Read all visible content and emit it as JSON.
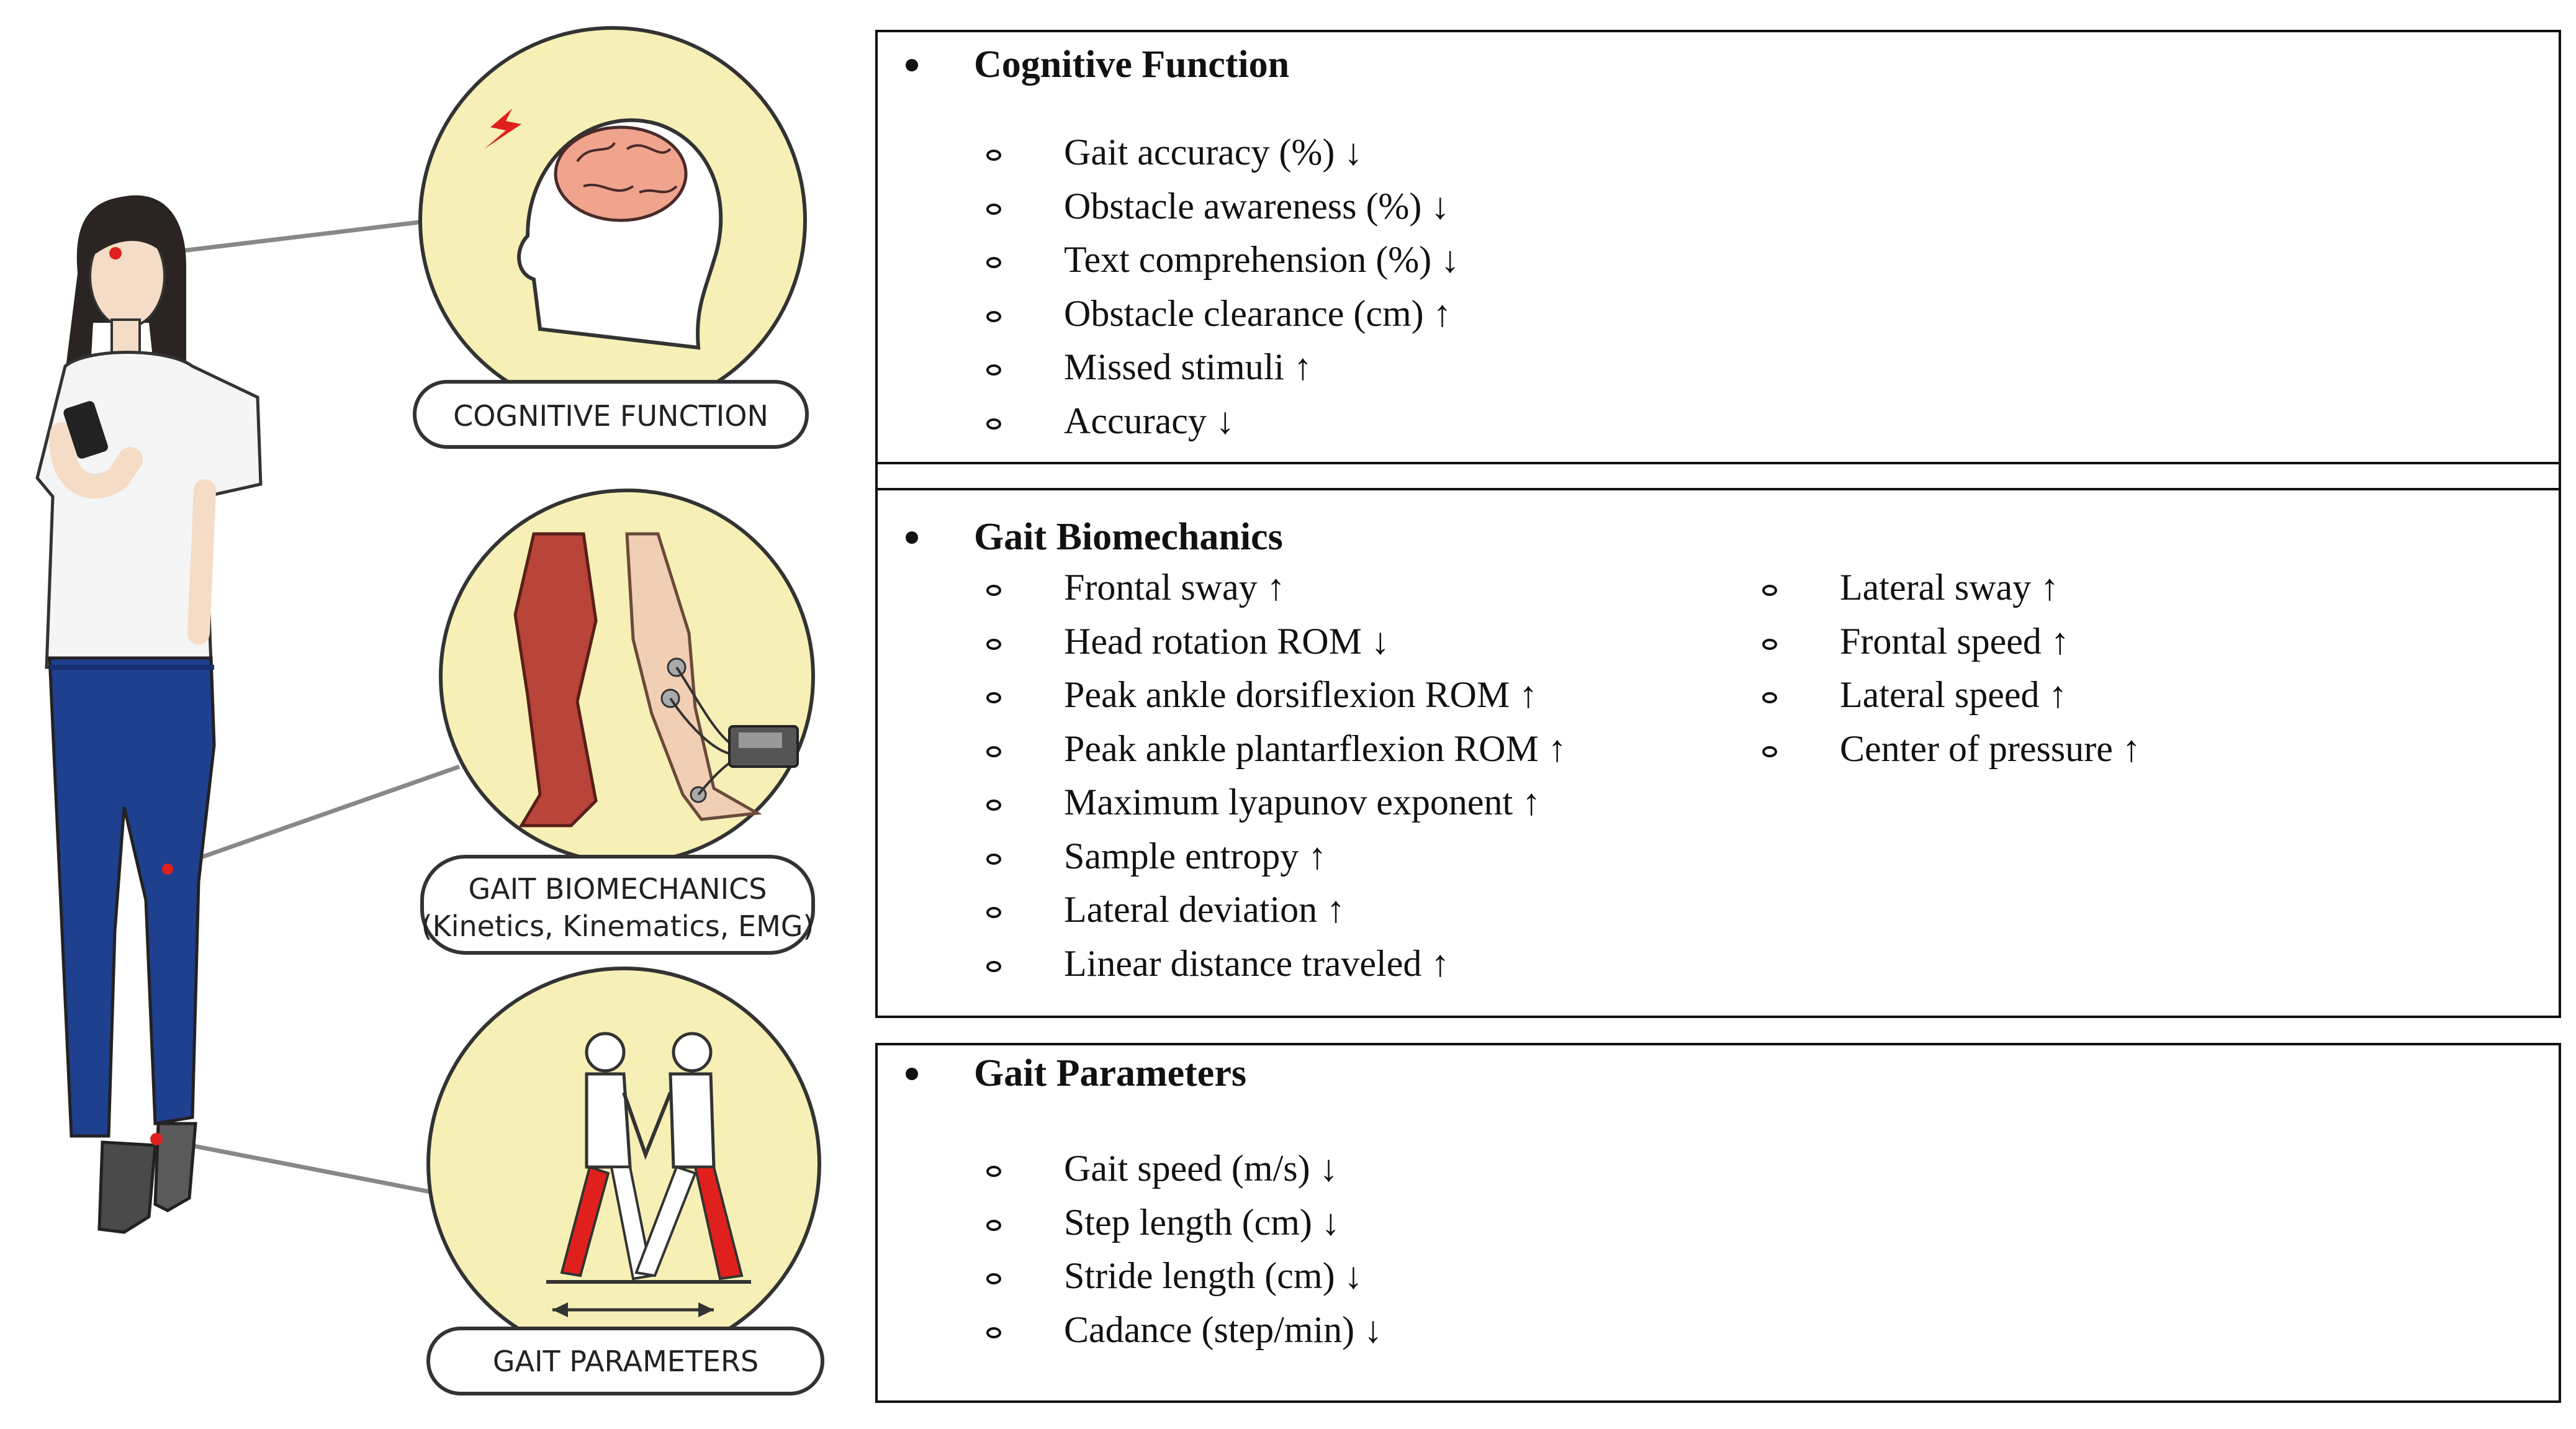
{
  "labels": {
    "cognitive": "COGNITIVE FUNCTION",
    "biomech_line1": "GAIT BIOMECHANICS",
    "biomech_line2": "(Kinetics, Kinematics, EMG)",
    "parameters": "GAIT PARAMETERS"
  },
  "cognitive": {
    "heading": "Cognitive Function",
    "items": [
      "Gait accuracy (%) ↓",
      "Obstacle awareness (%) ↓",
      "Text comprehension  (%) ↓",
      "Obstacle clearance (cm) ↑",
      "Missed stimuli ↑",
      "Accuracy ↓"
    ]
  },
  "biomechanics": {
    "heading": "Gait Biomechanics",
    "items_left": [
      "Frontal sway ↑",
      "Head rotation ROM ↓",
      "Peak ankle dorsiflexion ROM ↑",
      "Peak ankle plantarflexion ROM ↑",
      "Maximum lyapunov exponent ↑",
      "Sample entropy ↑",
      "Lateral deviation ↑",
      "Linear distance traveled ↑"
    ],
    "items_right": [
      "Lateral sway ↑",
      "Frontal speed ↑",
      "Lateral speed ↑",
      "Center of pressure ↑"
    ]
  },
  "parameters": {
    "heading": "Gait Parameters",
    "items": [
      "Gait speed (m/s) ↓",
      "Step length (cm) ↓",
      "Stride length (cm) ↓",
      "Cadance (step/min) ↓"
    ]
  },
  "colors": {
    "circle_fill": "#f7f0b6",
    "accent_red": "#e0201c",
    "jeans": "#1f3f8f",
    "muscle": "#b8443a",
    "skin": "#f1cfb4"
  }
}
